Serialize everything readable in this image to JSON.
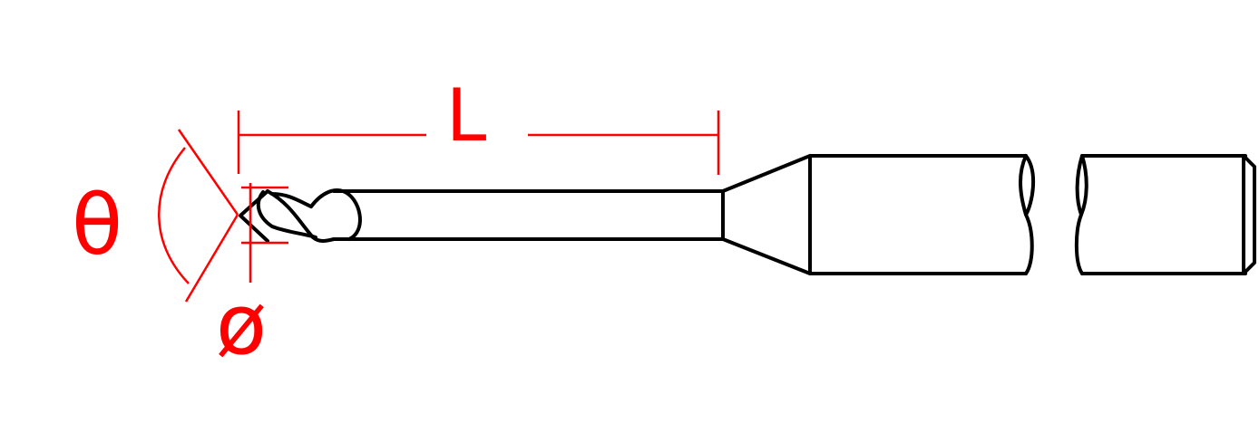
{
  "colors": {
    "outline": "#000000",
    "dimension": "#ff0000",
    "background": "#ffffff"
  },
  "dimensions": {
    "length_label": "L",
    "angle_label": "θ",
    "diameter_label": "ø"
  }
}
